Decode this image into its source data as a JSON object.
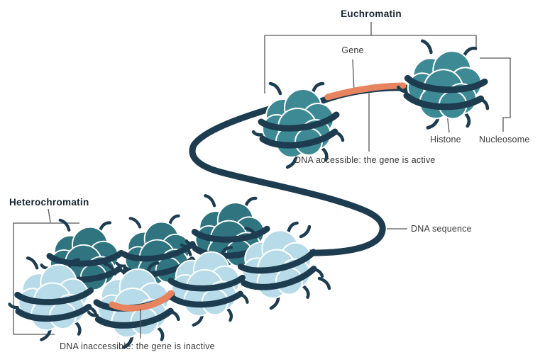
{
  "labels": {
    "euchromatin": "Euchromatin",
    "heterochromatin": "Heterochromatin",
    "gene": "Gene",
    "histone": "Histone",
    "nucleosome": "Nucleosome",
    "dna_sequence": "DNA sequence",
    "dna_accessible": "DNA accessible: the gene is active",
    "dna_inaccessible": "DNA inaccessible: the gene is inactive"
  },
  "colors": {
    "dna_strand_navy": "#1d3c50",
    "euchromatin_histone_teal": "#3d8a94",
    "heterochromatin_histone_dark_teal": "#2f747f",
    "heterochromatin_histone_light_blue": "#b7dbe8",
    "gene_highlight_orange": "#e8835f",
    "leader_line_gray": "#565656",
    "title_text": "#16222e",
    "label_text": "#3a3a3a",
    "background": "#ffffff"
  }
}
